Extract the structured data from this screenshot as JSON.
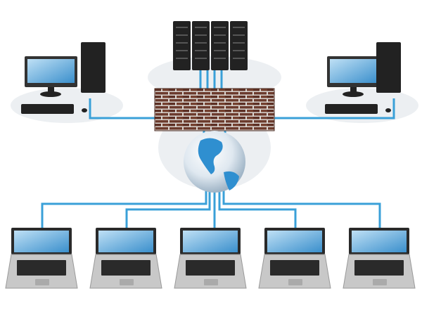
{
  "diagram": {
    "nodes": [
      {
        "id": "server-rack",
        "icon": "server-rack-icon",
        "count": 4
      },
      {
        "id": "firewall",
        "icon": "brick-wall-icon"
      },
      {
        "id": "internet",
        "icon": "globe-icon"
      },
      {
        "id": "desktop-left",
        "icon": "desktop-computer-icon"
      },
      {
        "id": "desktop-right",
        "icon": "desktop-computer-icon"
      },
      {
        "id": "laptop-1",
        "icon": "laptop-icon"
      },
      {
        "id": "laptop-2",
        "icon": "laptop-icon"
      },
      {
        "id": "laptop-3",
        "icon": "laptop-icon"
      },
      {
        "id": "laptop-4",
        "icon": "laptop-icon"
      },
      {
        "id": "laptop-5",
        "icon": "laptop-icon"
      }
    ],
    "edges": [
      [
        "server-rack",
        "firewall"
      ],
      [
        "desktop-left",
        "firewall"
      ],
      [
        "desktop-right",
        "firewall"
      ],
      [
        "firewall",
        "internet"
      ],
      [
        "internet",
        "laptop-1"
      ],
      [
        "internet",
        "laptop-2"
      ],
      [
        "internet",
        "laptop-3"
      ],
      [
        "internet",
        "laptop-4"
      ],
      [
        "internet",
        "laptop-5"
      ]
    ]
  },
  "colors": {
    "cable": "#3aa0d8",
    "screen": "#4a9fd6",
    "brick": "#6b3a2c",
    "device": "#222222",
    "laptop_body": "#c8c8c8"
  }
}
